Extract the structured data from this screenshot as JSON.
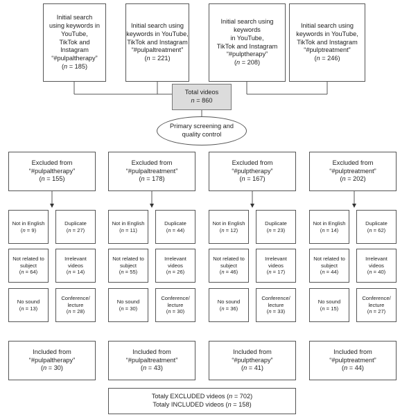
{
  "searches": [
    {
      "lines": [
        "Initial search",
        "using keywords in",
        "YouTube,",
        "TikTok and",
        "Instagram",
        "“#pulpaltherapy”"
      ],
      "n": "185"
    },
    {
      "lines": [
        "Initial search using",
        "keywords in YouTube,",
        "TikTok and Instagram",
        "“#pulpaltreatment”"
      ],
      "n": "221"
    },
    {
      "lines": [
        "Initial search using",
        "keywords",
        "in YouTube,",
        "TikTok and Instagram",
        "“#pulptherapy”"
      ],
      "n": "208"
    },
    {
      "lines": [
        "Initial search using",
        "keywords in YouTube,",
        "TikTok and Instagram",
        "“#pulptreatment”"
      ],
      "n": "246"
    }
  ],
  "total": {
    "label": "Total videos",
    "n": "860"
  },
  "screening": {
    "lines": [
      "Primary screening and",
      "quality control"
    ]
  },
  "groups": [
    {
      "excluded": {
        "label": "Excluded from",
        "tag": "“#pulpaltherapy”",
        "n": "155"
      },
      "reasons": [
        {
          "lines": [
            "Not in English"
          ],
          "n": "9"
        },
        {
          "lines": [
            "Duplicate"
          ],
          "n": "27"
        },
        {
          "lines": [
            "Not related to",
            "subject"
          ],
          "n": "64"
        },
        {
          "lines": [
            "Irrelevant",
            "videos"
          ],
          "n": "14"
        },
        {
          "lines": [
            "No sound"
          ],
          "n": "13"
        },
        {
          "lines": [
            "Conference/",
            "lecture"
          ],
          "n": "28"
        }
      ],
      "included": {
        "label": "Included from",
        "tag": "“#pulpaltherapy”",
        "n": "30"
      }
    },
    {
      "excluded": {
        "label": "Excluded from",
        "tag": "“#pulpaltreatment”",
        "n": "178"
      },
      "reasons": [
        {
          "lines": [
            "Not in English"
          ],
          "n": "11"
        },
        {
          "lines": [
            "Duplicate"
          ],
          "n": "44"
        },
        {
          "lines": [
            "Not related to",
            "subject"
          ],
          "n": "55"
        },
        {
          "lines": [
            "Irrelevant",
            "videos"
          ],
          "n": "26"
        },
        {
          "lines": [
            "No sound"
          ],
          "n": "30"
        },
        {
          "lines": [
            "Conference/",
            "lecture"
          ],
          "n": "30"
        }
      ],
      "included": {
        "label": "Included from",
        "tag": "“#pulpaltreatment”",
        "n": "43"
      }
    },
    {
      "excluded": {
        "label": "Excluded from",
        "tag": "“#pulptherapy”",
        "n": "167"
      },
      "reasons": [
        {
          "lines": [
            "Not in English"
          ],
          "n": "12"
        },
        {
          "lines": [
            "Duplicate"
          ],
          "n": "23"
        },
        {
          "lines": [
            "Not related to",
            "subject"
          ],
          "n": "46"
        },
        {
          "lines": [
            "Irrelevant",
            "videos"
          ],
          "n": "17"
        },
        {
          "lines": [
            "No sound"
          ],
          "n": "36"
        },
        {
          "lines": [
            "Conference/",
            "lecture"
          ],
          "n": "33"
        }
      ],
      "included": {
        "label": "Included from",
        "tag": "“#pulptherapy”",
        "n": "41"
      }
    },
    {
      "excluded": {
        "label": "Excluded from",
        "tag": "“#pulptreatment”",
        "n": "202"
      },
      "reasons": [
        {
          "lines": [
            "Not in English"
          ],
          "n": "14"
        },
        {
          "lines": [
            "Duplicate"
          ],
          "n": "62"
        },
        {
          "lines": [
            "Not related to",
            "subject"
          ],
          "n": "44"
        },
        {
          "lines": [
            "Irrelevant",
            "videos"
          ],
          "n": "40"
        },
        {
          "lines": [
            "No sound"
          ],
          "n": "15"
        },
        {
          "lines": [
            "Conference/",
            "lecture"
          ],
          "n": "27"
        }
      ],
      "included": {
        "label": "Included from",
        "tag": "“#pulptreatment”",
        "n": "44"
      }
    }
  ],
  "summary": {
    "excluded_label": "Totaly EXCLUDED videos",
    "excluded_n": "702",
    "included_label": "Totaly INCLUDED videos",
    "included_n": "158"
  }
}
